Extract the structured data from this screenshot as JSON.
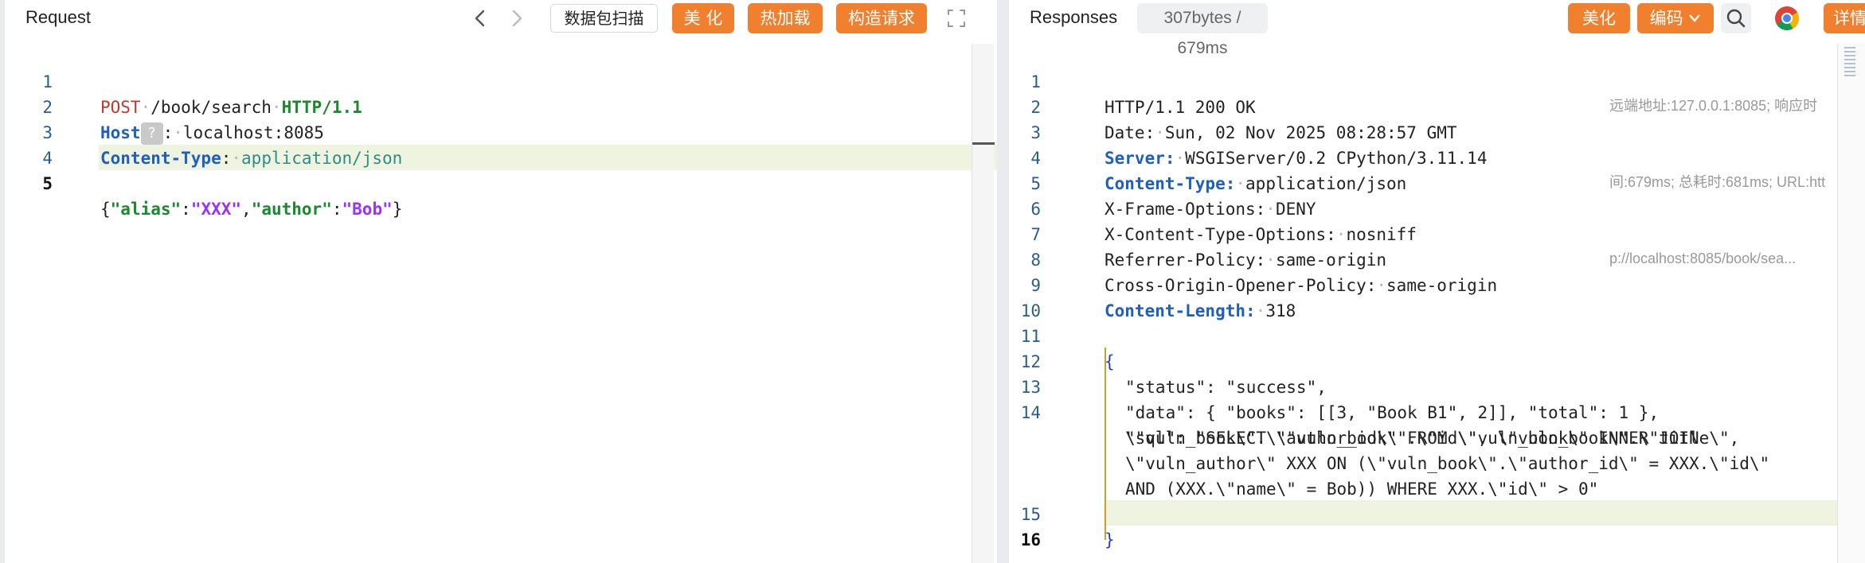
{
  "request": {
    "title": "Request",
    "buttons": {
      "scan": "数据包扫描",
      "beautify": "美 化",
      "hot_reload": "热加载",
      "construct": "构造请求"
    },
    "lines": {
      "l1_method": "POST",
      "l1_path": "/book/search",
      "l1_version": "HTTP/1.1",
      "l2_key": "Host",
      "l2_q": "?",
      "l2_val": "localhost:8085",
      "l3_key": "Content-Type",
      "l3_val": "application/json",
      "l5_open": "{",
      "l5_k1": "\"alias\"",
      "l5_v1": "\"XXX\"",
      "l5_k2": "\"author\"",
      "l5_v2": "\"Bob\"",
      "l5_close": "}"
    },
    "line_numbers": [
      "1",
      "2",
      "3",
      "4",
      "5"
    ]
  },
  "response": {
    "title": "Responses",
    "size_badge": "307bytes / 679ms",
    "buttons": {
      "beautify": "美化",
      "encoding": "编码",
      "detail": "详情"
    },
    "meta_note": {
      "line1": "远端地址:127.0.0.1:8085; 响应时",
      "line2": "间:679ms; 总耗时:681ms; URL:htt",
      "line3": "p://localhost:8085/book/sea..."
    },
    "line_numbers": [
      "1",
      "2",
      "3",
      "4",
      "5",
      "6",
      "7",
      "8",
      "9",
      "10",
      "11",
      "12",
      "13",
      "14",
      "15",
      "16"
    ],
    "lines": {
      "l1": "HTTP/1.1 200 OK",
      "l2_key": "Date:",
      "l2_val": "Sun, 02 Nov 2025 08:28:57 GMT",
      "l3_key": "Server:",
      "l3_val": "WSGIServer/0.2 CPython/3.11.14",
      "l4_key": "Content-Type:",
      "l4_val": "application/json",
      "l5_key": "X-Frame-Options:",
      "l5_val": "DENY",
      "l6_key": "X-Content-Type-Options:",
      "l6_val": "nosniff",
      "l7_key": "Referrer-Policy:",
      "l7_val": "same-origin",
      "l8_key": "Cross-Origin-Opener-Policy:",
      "l8_val": "same-origin",
      "l9_key": "Content-Length:",
      "l9_val": "318",
      "l11": "{",
      "l12": "\"status\": \"success\",",
      "l13": "\"data\": { \"books\": [[3, \"Book B1\", 2]], \"total\": 1 },",
      "l14a": "\"sql\": \"SELECT \\\"vuln_book\\\".\\\"id\\\", \\\"vuln_book\\\".\\\"title\\\",",
      "l14b": "\\\"vuln_book\\\".\\\"author_id\\\" FROM \\\"vuln_book\\\" INNER JOIN",
      "l14c": "\\\"vuln_author\\\" XXX ON (\\\"vuln_book\\\".\\\"author_id\\\" = XXX.\\\"id\\\"",
      "l14d": "AND (XXX.\\\"name\\\" = Bob)) WHERE XXX.\\\"id\\\" > 0\"",
      "l15": "}"
    }
  },
  "colors": {
    "accent_orange": "#f07f2e",
    "key_blue": "#1f5fbf",
    "method_red": "#c0392b",
    "version_green": "#1b8a2f",
    "string_purple": "#9b30ff",
    "line_highlight": "#eef4df"
  },
  "icons": {
    "back": "chevron-left-icon",
    "forward": "chevron-right-icon",
    "fullscreen": "expand-icon",
    "search": "search-icon",
    "chrome": "chrome-icon",
    "dropdown": "chevron-down-icon"
  }
}
